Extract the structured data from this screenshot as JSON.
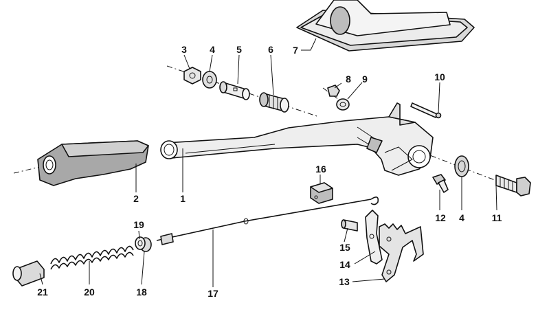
{
  "diagram": {
    "callouts": {
      "c1": "1",
      "c2": "2",
      "c3": "3",
      "c4a": "4",
      "c4b": "4",
      "c5": "5",
      "c6": "6",
      "c7": "7",
      "c8": "8",
      "c9": "9",
      "c10": "10",
      "c11": "11",
      "c12": "12",
      "c13": "13",
      "c14": "14",
      "c15": "15",
      "c16": "16",
      "c17": "17",
      "c18": "18",
      "c19": "19",
      "c20": "20",
      "c21": "21"
    },
    "colors": {
      "line": "#111111",
      "fill": "#f2f2f2",
      "shade": "#cfcfcf",
      "dark": "#555555"
    }
  }
}
